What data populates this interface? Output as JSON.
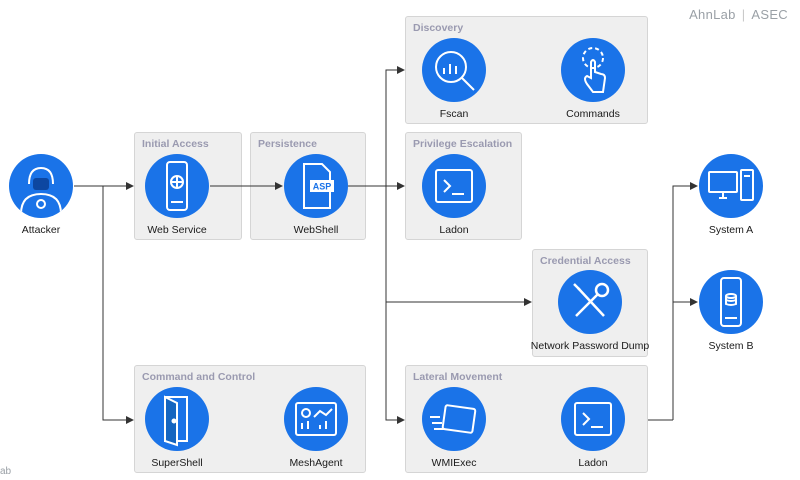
{
  "logo": {
    "brand": "AhnLab",
    "division": "ASEC"
  },
  "edge_text": "ab",
  "colors": {
    "node": "#1a73e8",
    "panel": "#efefef",
    "line": "#333333",
    "title": "#9a9ab0"
  },
  "panels": {
    "initial_access": "Initial Access",
    "persistence": "Persistence",
    "discovery": "Discovery",
    "privilege_escalation": "Privilege Escalation",
    "credential_access": "Credential Access",
    "command_and_control": "Command and Control",
    "lateral_movement": "Lateral Movement"
  },
  "nodes": {
    "attacker": {
      "label": "Attacker",
      "icon": "hacker-icon"
    },
    "web_service": {
      "label": "Web Service",
      "icon": "server-globe-icon"
    },
    "webshell": {
      "label": "WebShell",
      "icon": "asp-file-icon"
    },
    "fscan": {
      "label": "Fscan",
      "icon": "magnifier-chart-icon"
    },
    "commands": {
      "label": "Commands",
      "icon": "touch-gear-icon"
    },
    "ladon_privesc": {
      "label": "Ladon",
      "icon": "terminal-icon"
    },
    "password_dump": {
      "label": "Network Password Dump",
      "icon": "tools-icon"
    },
    "supershell": {
      "label": "SuperShell",
      "icon": "door-icon"
    },
    "meshagent": {
      "label": "MeshAgent",
      "icon": "dashboard-icon"
    },
    "wmiexec": {
      "label": "WMIExec",
      "icon": "remote-icon"
    },
    "ladon_lateral": {
      "label": "Ladon",
      "icon": "terminal-icon"
    },
    "system_a": {
      "label": "System A",
      "icon": "desktop-icon"
    },
    "system_b": {
      "label": "System B",
      "icon": "server-icon"
    }
  }
}
